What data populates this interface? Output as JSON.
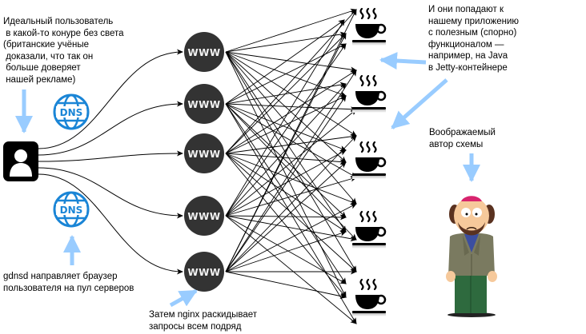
{
  "notes": {
    "user_note": "Идеальный пользователь\n в какой-то конуре без света\n(британские учёные\n доказали, что так он\n больше доверяет\n нашей рекламе)",
    "app_note": "И они попадают к\nнашему приложению\nс полезным (спорно)\nфункционалом —\nнапример, на Java\nв Jetty-контейнере",
    "dns_note": "gdnsd направляет браузер\nпользователя на пул серверов",
    "nginx_note": "Затем nginx раскидывает\nзапросы всем подряд",
    "author_note": "Воображаемый\nавтор схемы"
  },
  "servers": [
    {
      "label": "WWW"
    },
    {
      "label": "WWW"
    },
    {
      "label": "WWW"
    },
    {
      "label": "WWW"
    },
    {
      "label": "WWW"
    }
  ],
  "dns_icons": [
    {
      "label": "DNS"
    },
    {
      "label": "DNS"
    }
  ],
  "app_instances": [
    {
      "icon": "coffee-cup-icon"
    },
    {
      "icon": "coffee-cup-icon"
    },
    {
      "icon": "coffee-cup-icon"
    },
    {
      "icon": "coffee-cup-icon"
    },
    {
      "icon": "coffee-cup-icon"
    }
  ],
  "colors": {
    "hint_arrow": "#99ccff",
    "dns_blue": "#1a85d6",
    "server_fill": "#333333",
    "user_fill": "#000000"
  }
}
